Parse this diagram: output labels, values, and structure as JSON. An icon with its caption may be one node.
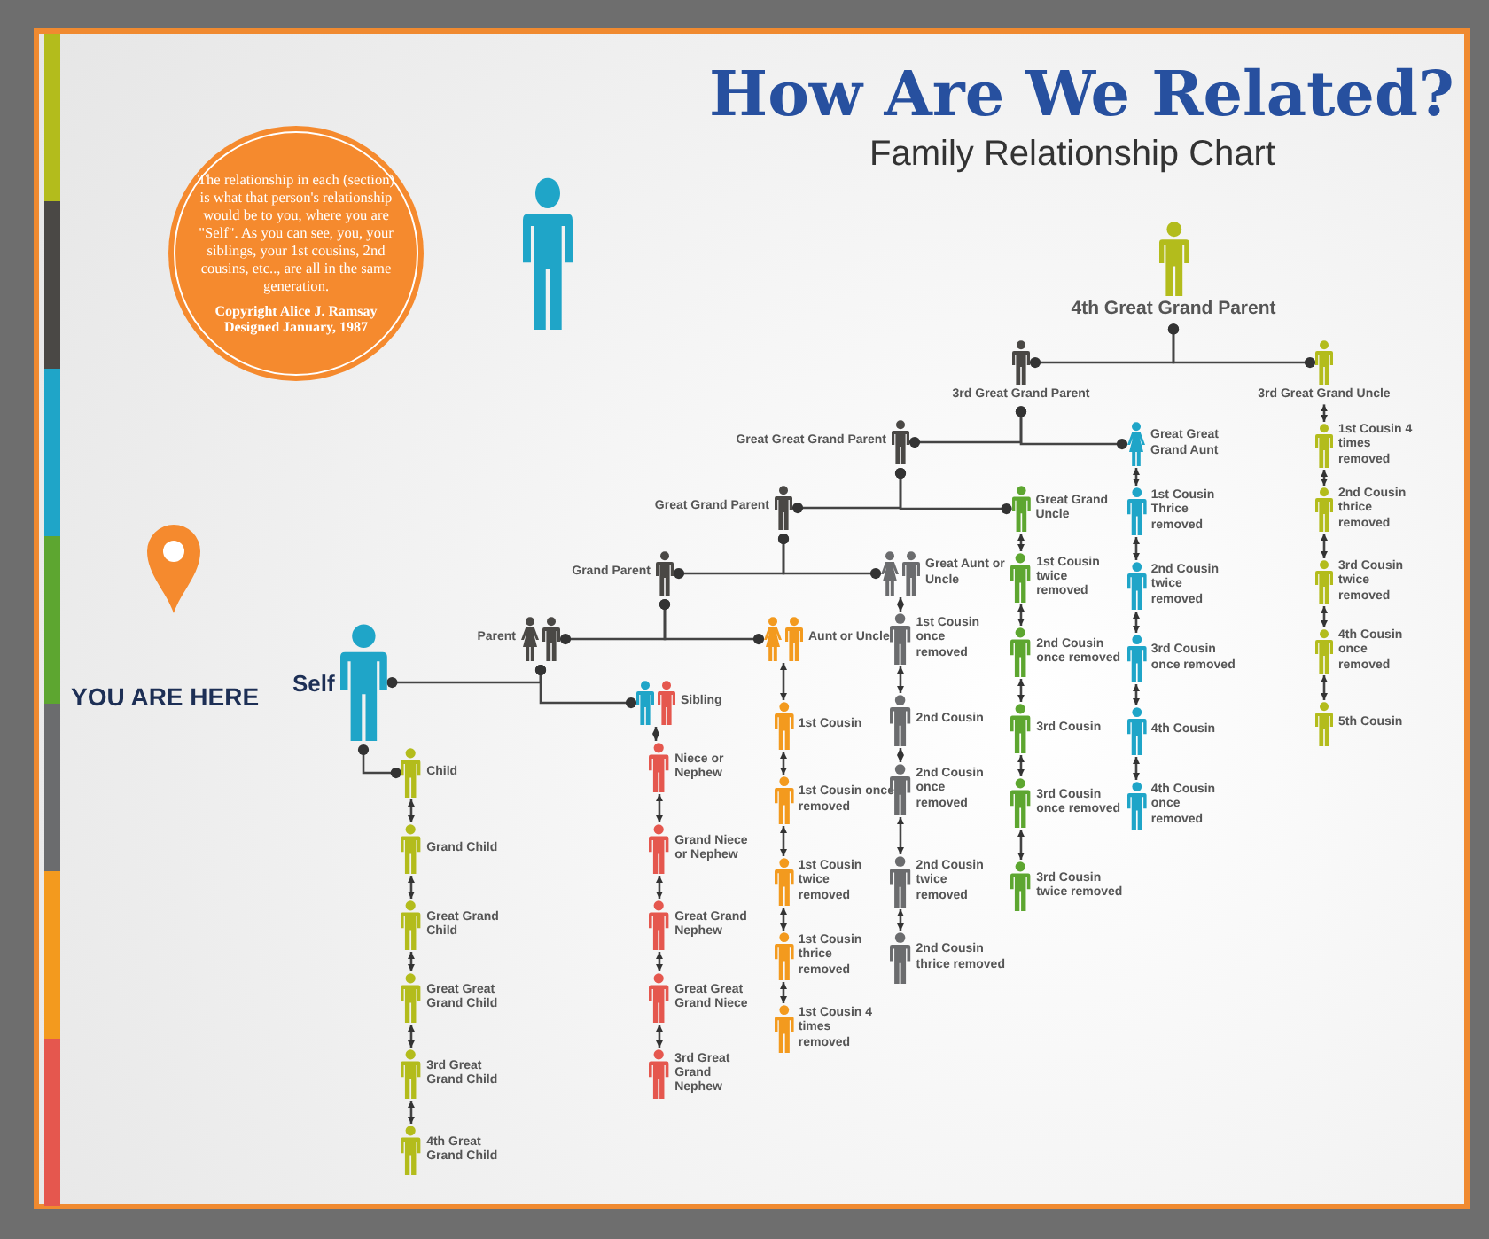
{
  "diagram": {
    "title": "How Are We Related?",
    "nodes": [
      {
        "text": [
          "The relationship in each (section) is what that person's relationship would be to you, where you are \"Self\". As you can see, you, your siblings, your 1st cousins, 2nd cousins, etc.., are all in the same generation.",
          "Copyright Alice J. Ramsay Designed January, 1987"
        ]
      },
      {
        "text": [
          "4th Great Grand Parent"
        ]
      },
      {
        "text": [
          "3rd Great Grand Parent"
        ]
      },
      {
        "text": [
          "3rd Great Grand Uncle"
        ]
      },
      {
        "text": [
          "Great Great Grand Parent"
        ]
      },
      {
        "text": [
          "Great Great Grand Aunt"
        ]
      },
      {
        "text": [
          "Great Grand Parent"
        ]
      },
      {
        "text": [
          "Great Grand Uncle"
        ]
      },
      {
        "text": [
          "Grand Parent"
        ]
      },
      {
        "text": [
          "Great Aunt or Uncle"
        ]
      },
      {
        "text": [
          "Parent"
        ]
      },
      {
        "text": [
          "Aunt or Uncle"
        ]
      },
      {
        "text": [
          "Self"
        ]
      },
      {
        "text": [
          "Sibling"
        ]
      },
      {
        "text": [
          "Child"
        ]
      },
      {
        "text": [
          "Grand Child"
        ]
      },
      {
        "text": [
          "Great Grand Child"
        ]
      },
      {
        "text": [
          "Great Great Grand Child"
        ]
      },
      {
        "text": [
          "3rd Great Grand Child"
        ]
      },
      {
        "text": [
          "4th Great Grand Child"
        ]
      },
      {
        "text": [
          "Niece or Nephew"
        ]
      },
      {
        "text": [
          "Grand Niece or Nephew"
        ]
      },
      {
        "text": [
          "Great Grand Nephew"
        ]
      },
      {
        "text": [
          "Great Great Grand Niece"
        ]
      },
      {
        "text": [
          "3rd Great Grand Nephew"
        ]
      },
      {
        "text": [
          "1st Cousin"
        ]
      },
      {
        "text": [
          "1st Cousin once removed"
        ]
      },
      {
        "text": [
          "1st Cousin twice removed"
        ]
      },
      {
        "text": [
          "1st Cousin thrice removed"
        ]
      },
      {
        "text": [
          "1st Cousin 4 times removed"
        ]
      },
      {
        "text": [
          "1st Cousin once removed"
        ]
      },
      {
        "text": [
          "2nd Cousin"
        ]
      },
      {
        "text": [
          "2nd Cousin once removed"
        ]
      },
      {
        "text": [
          "2nd Cousin twice removed"
        ]
      },
      {
        "text": [
          "2nd Cousin thrice removed"
        ]
      },
      {
        "text": [
          "1st Cousin twice removed"
        ]
      },
      {
        "text": [
          "2nd Cousin once removed"
        ]
      },
      {
        "text": [
          "3rd Cousin"
        ]
      },
      {
        "text": [
          "3rd Cousin once removed"
        ]
      },
      {
        "text": [
          "3rd Cousin twice removed"
        ]
      },
      {
        "text": [
          "1st Cousin Thrice removed"
        ]
      },
      {
        "text": [
          "2nd Cousin twice removed"
        ]
      },
      {
        "text": [
          "3rd Cousin once removed"
        ]
      },
      {
        "text": [
          "4th Cousin"
        ]
      },
      {
        "text": [
          "4th Cousin once removed"
        ]
      },
      {
        "text": [
          "1st Cousin 4 times removed"
        ]
      },
      {
        "text": [
          "2nd Cousin thrice removed"
        ]
      },
      {
        "text": [
          "3rd Cousin twice removed"
        ]
      },
      {
        "text": [
          "4th Cousin once removed"
        ]
      },
      {
        "text": [
          "5th Cousin"
        ]
      }
    ],
    "edges": [
      {
        "from": 1,
        "to": 2,
        "arrow": "other"
      },
      {
        "from": 1,
        "to": 3,
        "arrow": "other"
      },
      {
        "from": 2,
        "to": 4,
        "arrow": "other"
      },
      {
        "from": 2,
        "to": 5,
        "arrow": "other"
      },
      {
        "from": 4,
        "to": 6,
        "arrow": "other"
      },
      {
        "from": 4,
        "to": 7,
        "arrow": "other"
      },
      {
        "from": 6,
        "to": 8,
        "arrow": "other"
      },
      {
        "from": 6,
        "to": 9,
        "arrow": "other"
      },
      {
        "from": 8,
        "to": 10,
        "arrow": "other"
      },
      {
        "from": 8,
        "to": 11,
        "arrow": "other"
      },
      {
        "from": 10,
        "to": 12,
        "arrow": "other"
      },
      {
        "from": 10,
        "to": 13,
        "arrow": "other"
      },
      {
        "from": 12,
        "to": 14,
        "arrow": "other"
      },
      {
        "from": 14,
        "to": 15,
        "arrow": "both"
      },
      {
        "from": 15,
        "to": 16,
        "arrow": "both"
      },
      {
        "from": 16,
        "to": 17,
        "arrow": "both"
      },
      {
        "from": 17,
        "to": 18,
        "arrow": "both"
      },
      {
        "from": 18,
        "to": 19,
        "arrow": "both"
      },
      {
        "from": 13,
        "to": 20,
        "arrow": "both"
      },
      {
        "from": 20,
        "to": 21,
        "arrow": "both"
      },
      {
        "from": 21,
        "to": 22,
        "arrow": "both"
      },
      {
        "from": 22,
        "to": 23,
        "arrow": "both"
      },
      {
        "from": 23,
        "to": 24,
        "arrow": "both"
      },
      {
        "from": 11,
        "to": 25,
        "arrow": "both"
      },
      {
        "from": 25,
        "to": 26,
        "arrow": "both"
      },
      {
        "from": 26,
        "to": 27,
        "arrow": "both"
      },
      {
        "from": 27,
        "to": 28,
        "arrow": "both"
      },
      {
        "from": 28,
        "to": 29,
        "arrow": "both"
      },
      {
        "from": 9,
        "to": 30,
        "arrow": "both"
      },
      {
        "from": 30,
        "to": 31,
        "arrow": "both"
      },
      {
        "from": 31,
        "to": 32,
        "arrow": "both"
      },
      {
        "from": 32,
        "to": 33,
        "arrow": "both"
      },
      {
        "from": 33,
        "to": 34,
        "arrow": "both"
      },
      {
        "from": 7,
        "to": 35,
        "arrow": "both"
      },
      {
        "from": 35,
        "to": 36,
        "arrow": "both"
      },
      {
        "from": 36,
        "to": 37,
        "arrow": "both"
      },
      {
        "from": 37,
        "to": 38,
        "arrow": "both"
      },
      {
        "from": 38,
        "to": 39,
        "arrow": "both"
      },
      {
        "from": 5,
        "to": 40,
        "arrow": "both"
      },
      {
        "from": 40,
        "to": 41,
        "arrow": "both"
      },
      {
        "from": 41,
        "to": 42,
        "arrow": "both"
      },
      {
        "from": 42,
        "to": 43,
        "arrow": "both"
      },
      {
        "from": 43,
        "to": 44,
        "arrow": "both"
      },
      {
        "from": 3,
        "to": 45,
        "arrow": "both"
      },
      {
        "from": 45,
        "to": 46,
        "arrow": "both"
      },
      {
        "from": 46,
        "to": 47,
        "arrow": "both"
      },
      {
        "from": 47,
        "to": 48,
        "arrow": "both"
      },
      {
        "from": 48,
        "to": 49,
        "arrow": "both"
      }
    ],
    "labels": [
      "Family Relationship Chart",
      "YOU ARE HERE"
    ]
  }
}
